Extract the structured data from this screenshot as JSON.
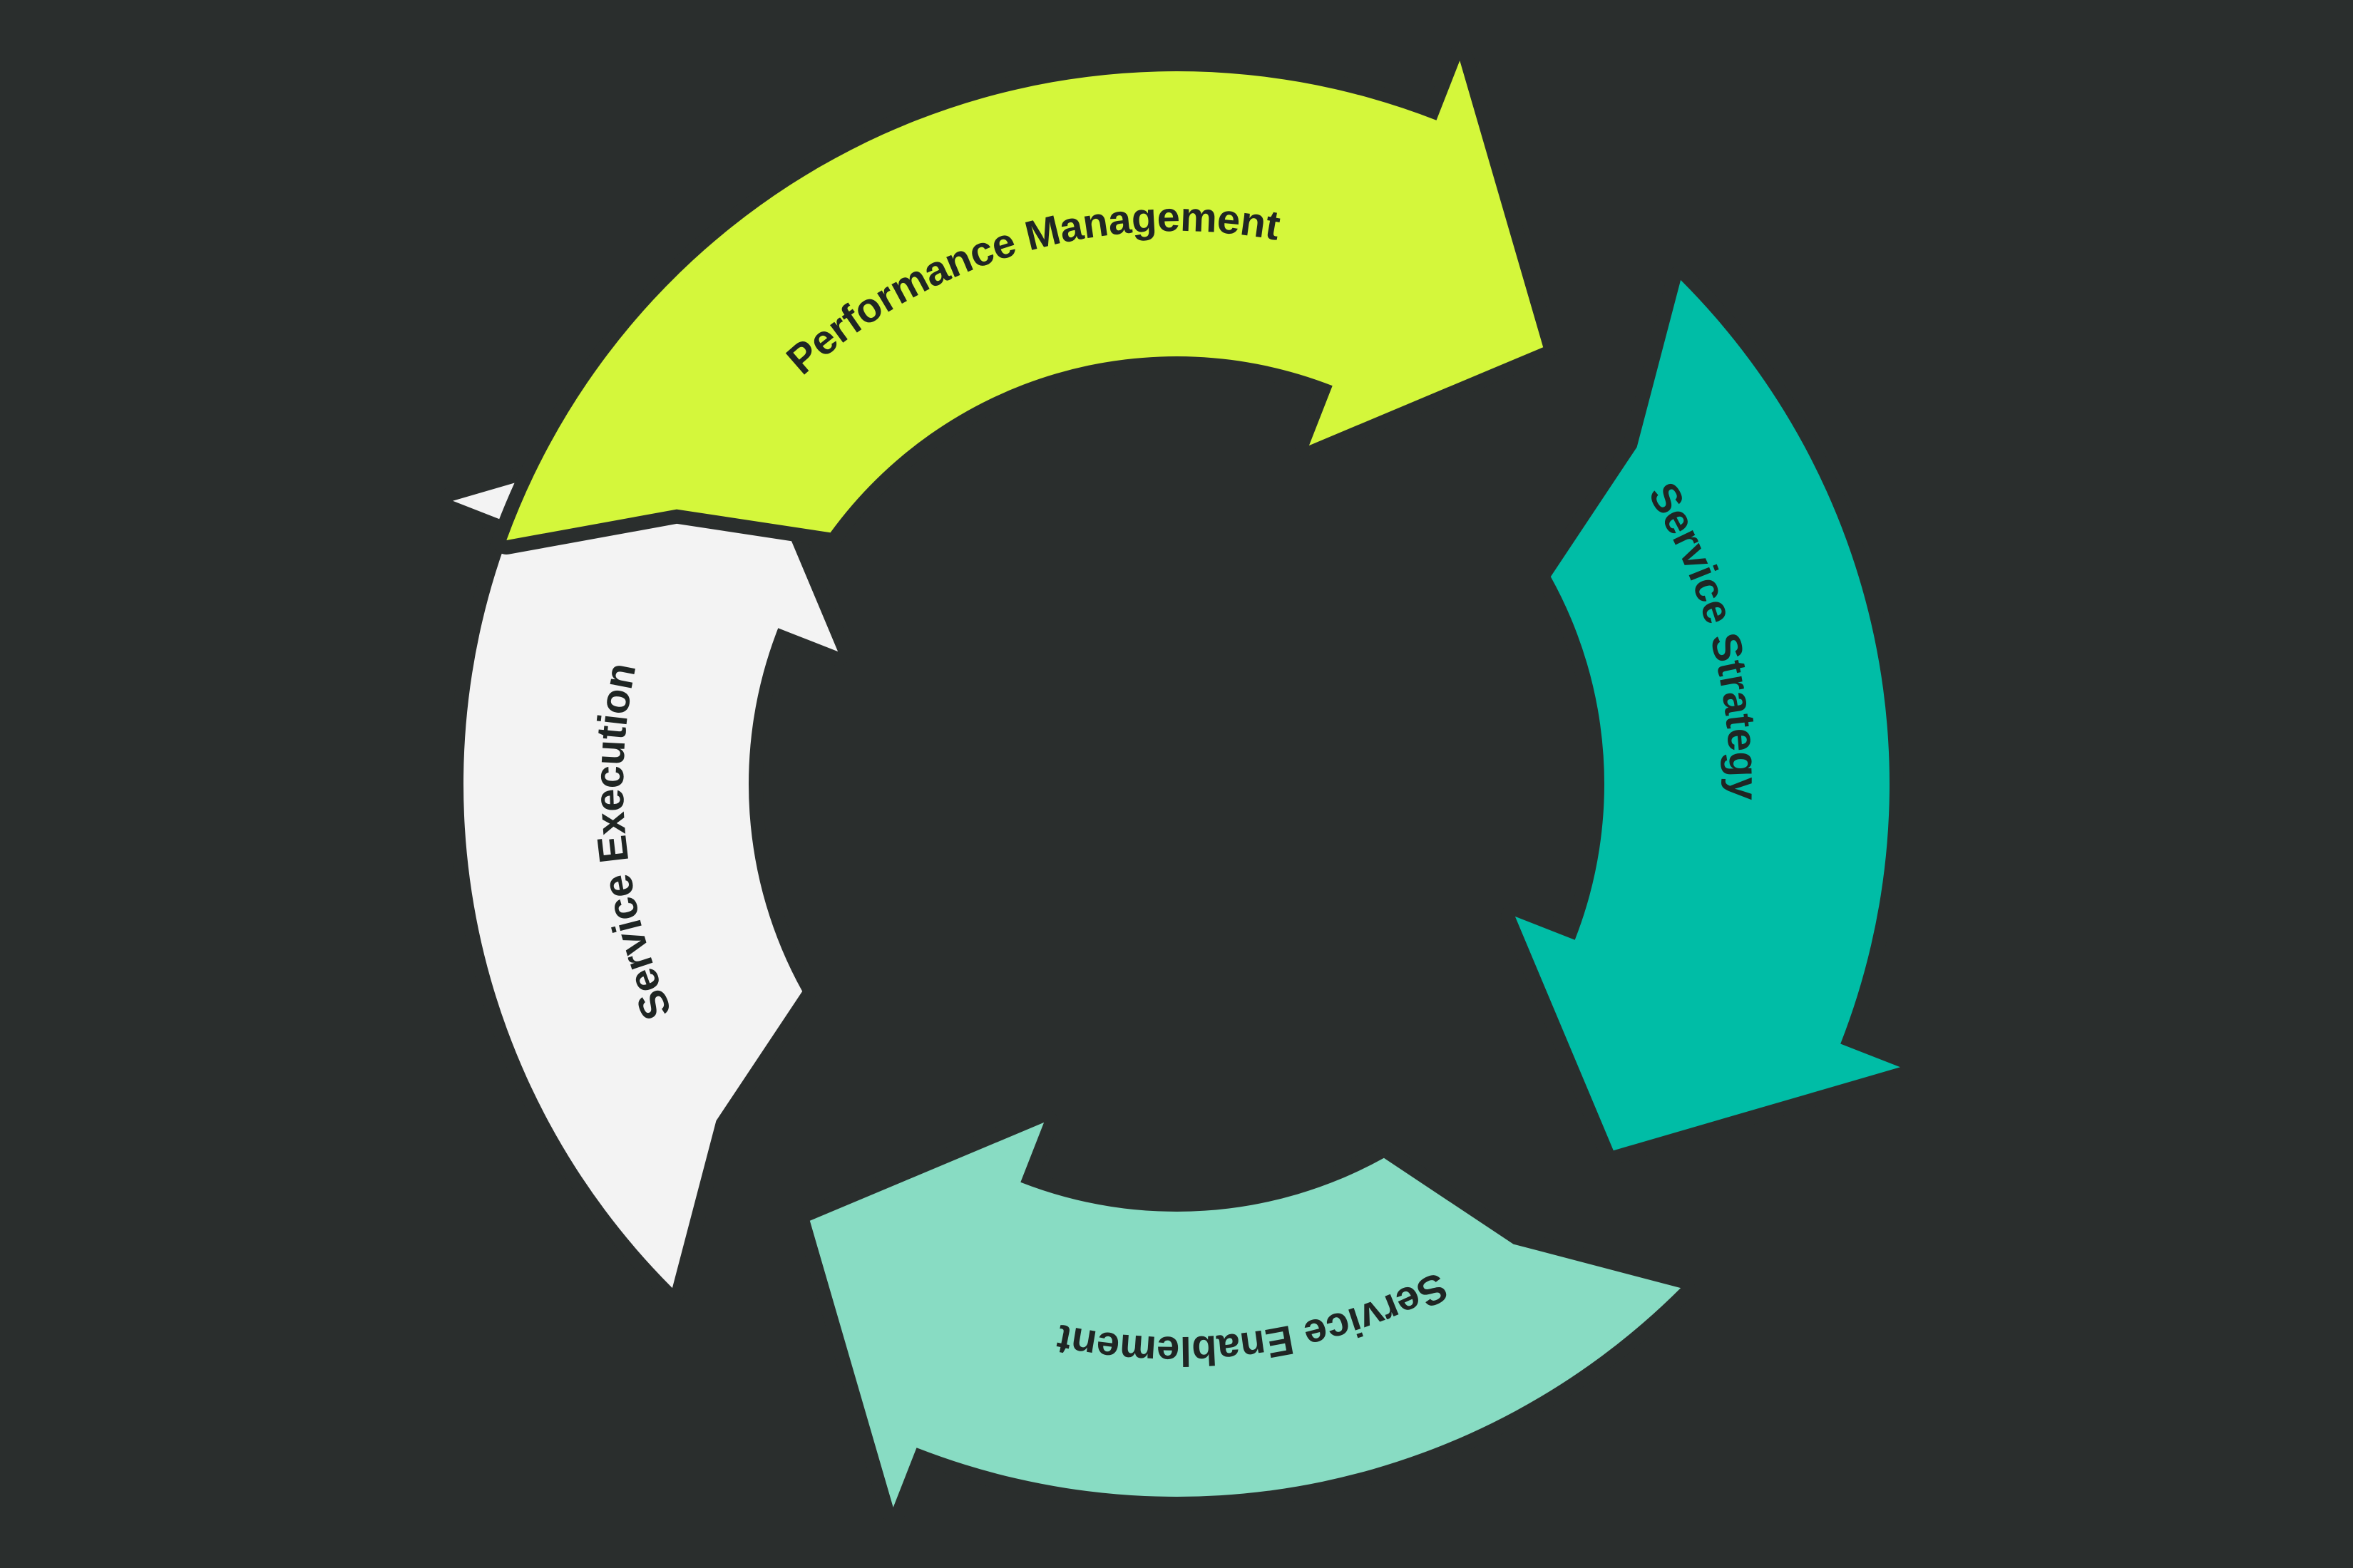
{
  "diagram": {
    "background": "#2a2e2d",
    "text_color": "#1f2523",
    "stages": [
      {
        "key": "performance-management",
        "label": "Performance Management",
        "color": "#d4f73b"
      },
      {
        "key": "service-strategy",
        "label": "Service Strategy",
        "color": "#00bda6"
      },
      {
        "key": "service-enablement",
        "label": "Service Enablement",
        "color": "#88dcc3"
      },
      {
        "key": "service-execution",
        "label": "Service Execution",
        "color": "#f3f3f3"
      }
    ]
  }
}
